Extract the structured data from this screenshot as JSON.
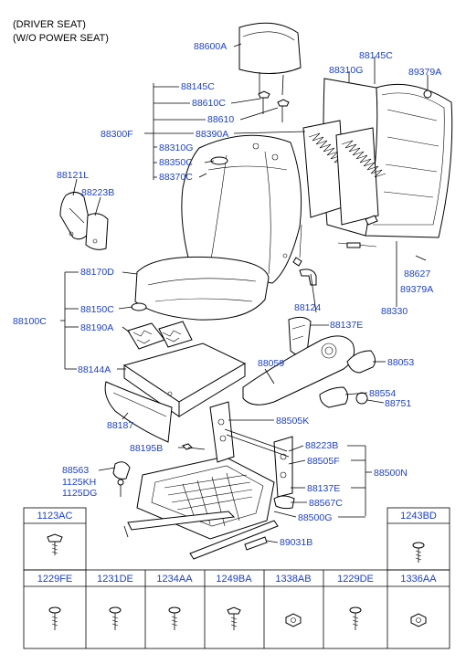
{
  "header": {
    "line1": "(DRIVER SEAT)",
    "line2": "(W/O POWER SEAT)"
  },
  "labels": {
    "p88600A": "88600A",
    "p88145C_top": "88145C",
    "p88310G_top": "88310G",
    "p89379A_top": "89379A",
    "p88145C": "88145C",
    "p88610C": "88610C",
    "p88610": "88610",
    "p88300F": "88300F",
    "p88390A": "88390A",
    "p88310G": "88310G",
    "p88350C": "88350C",
    "p88370C": "88370C",
    "p88121L": "88121L",
    "p88223B": "88223B",
    "p88170D": "88170D",
    "p88627": "88627",
    "p89379A": "89379A",
    "p88330": "88330",
    "p88150C": "88150C",
    "p88100C": "88100C",
    "p88190A": "88190A",
    "p88124": "88124",
    "p88137E": "88137E",
    "p88144A": "88144A",
    "p88059": "88059",
    "p88053": "88053",
    "p88554": "88554",
    "p88751": "88751",
    "p88187": "88187",
    "p88505K": "88505K",
    "p88195B": "88195B",
    "p88223B_2": "88223B",
    "p88505F": "88505F",
    "p88500N": "88500N",
    "p88563": "88563",
    "p1125KH": "1125KH",
    "p1125DG": "1125DG",
    "p88137E_2": "88137E",
    "p88567C": "88567C",
    "p88500G": "88500G",
    "p89031B": "89031B"
  },
  "fastener_table": {
    "top_left": "1123AC",
    "top_right": "1243BD",
    "bottom_row": [
      "1229FE",
      "1231DE",
      "1234AA",
      "1249BA",
      "1338AB",
      "1229DE",
      "1336AA"
    ]
  }
}
